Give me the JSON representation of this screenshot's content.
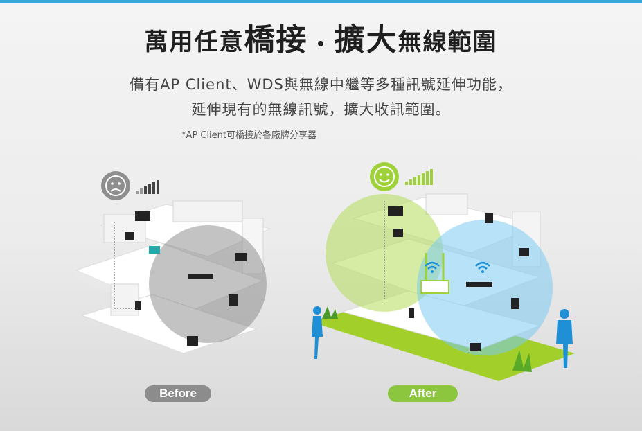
{
  "title": {
    "part1": "萬用任意",
    "part2": "橋接",
    "part3": "擴大",
    "part4": "無線範圍"
  },
  "subtitle": {
    "line1": "備有AP Client、WDS與無線中繼等多種訊號延伸功能，",
    "line2": "延伸現有的無線訊號，擴大收訊範圍。"
  },
  "footnote": "*AP Client可橋接於各廠牌分享器",
  "labels": {
    "before": "Before",
    "after": "After"
  },
  "colors": {
    "accent_line": "#3aa7d9",
    "before_pill": "#8c8c8c",
    "after_pill": "#8cc63e",
    "coverage_green": "#b5dd5a",
    "coverage_blue": "#7ccaf0",
    "coverage_gray": "#8a8a8a",
    "person_blue": "#1f8fd6"
  },
  "icons": {
    "before_face": "sad-face-icon",
    "after_face": "happy-face-icon",
    "signal_weak": "signal-weak-icon",
    "signal_strong": "signal-strong-icon",
    "wifi": "wifi-icon"
  }
}
